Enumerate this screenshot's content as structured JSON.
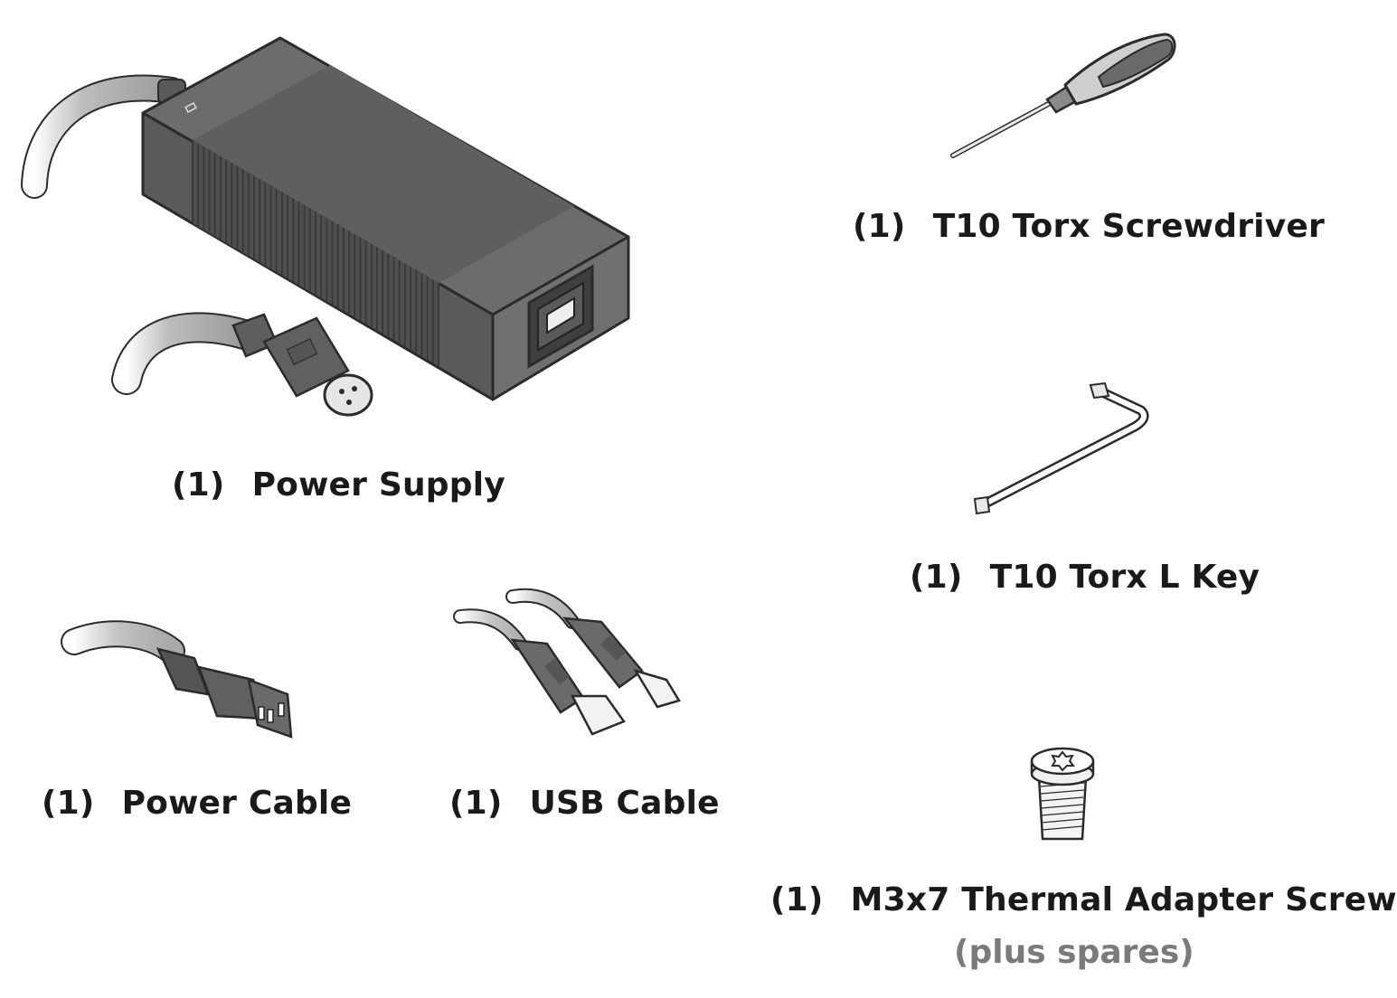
{
  "items": [
    {
      "qty": "(1)",
      "name": "Power Supply",
      "icon": "power-supply-icon"
    },
    {
      "qty": "(1)",
      "name": "T10 Torx Screwdriver",
      "icon": "screwdriver-icon"
    },
    {
      "qty": "(1)",
      "name": "T10 Torx L Key",
      "icon": "l-key-icon"
    },
    {
      "qty": "(1)",
      "name": "Power Cable",
      "icon": "power-cable-icon"
    },
    {
      "qty": "(1)",
      "name": "USB Cable",
      "icon": "usb-cable-icon"
    },
    {
      "qty": "(1)",
      "name": "M3x7 Thermal Adapter Screw",
      "icon": "screw-icon",
      "note": "(plus spares)"
    }
  ],
  "colors": {
    "device_dark": "#555555",
    "device_mid": "#6e6e6e",
    "device_light": "#8a8a8a",
    "cable": "#b9b9b9",
    "outline": "#2b2b2b",
    "note_text": "#7a7a7a"
  }
}
